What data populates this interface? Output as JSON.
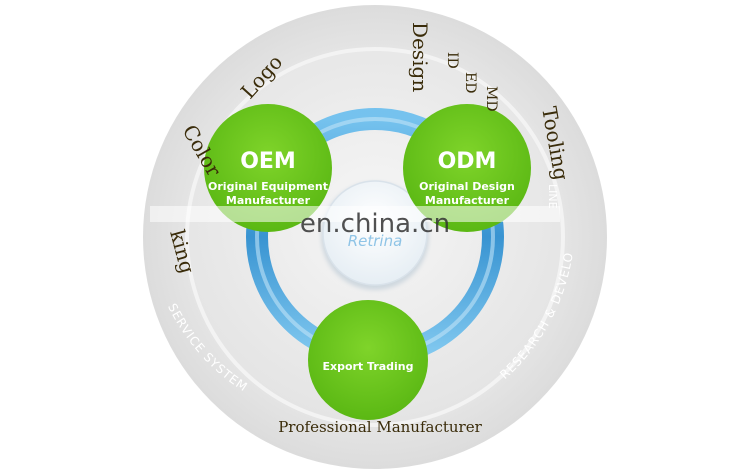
{
  "hubs": {
    "oem": {
      "title": "OEM",
      "line1": "Original Equipment",
      "line2": "Manufacturer"
    },
    "odm": {
      "title": "ODM",
      "line1": "Original Design",
      "line2": "Manufacturer"
    },
    "export": {
      "title": "Export Trading"
    }
  },
  "center": {
    "watermark": "en.china.cn",
    "brand": "Retrina"
  },
  "ring_labels": {
    "logo": "Logo",
    "color": "Color",
    "design": "Design",
    "id": "ID",
    "ed": "ED",
    "md": "MD",
    "tooling": "Tooling",
    "packing_fragment": "king",
    "service": "SERVICE SYSTEM",
    "research": "RESEARCH & DEVELO",
    "line_fragment": "LINE",
    "professional": "Professional Manufacturer"
  },
  "colors": {
    "green": "#6cc71c",
    "blue": "#3d9fd8",
    "outer_ring": "#e3e3e3",
    "inner_disc": "#ebebeb",
    "label_text": "#3a2c0a"
  }
}
